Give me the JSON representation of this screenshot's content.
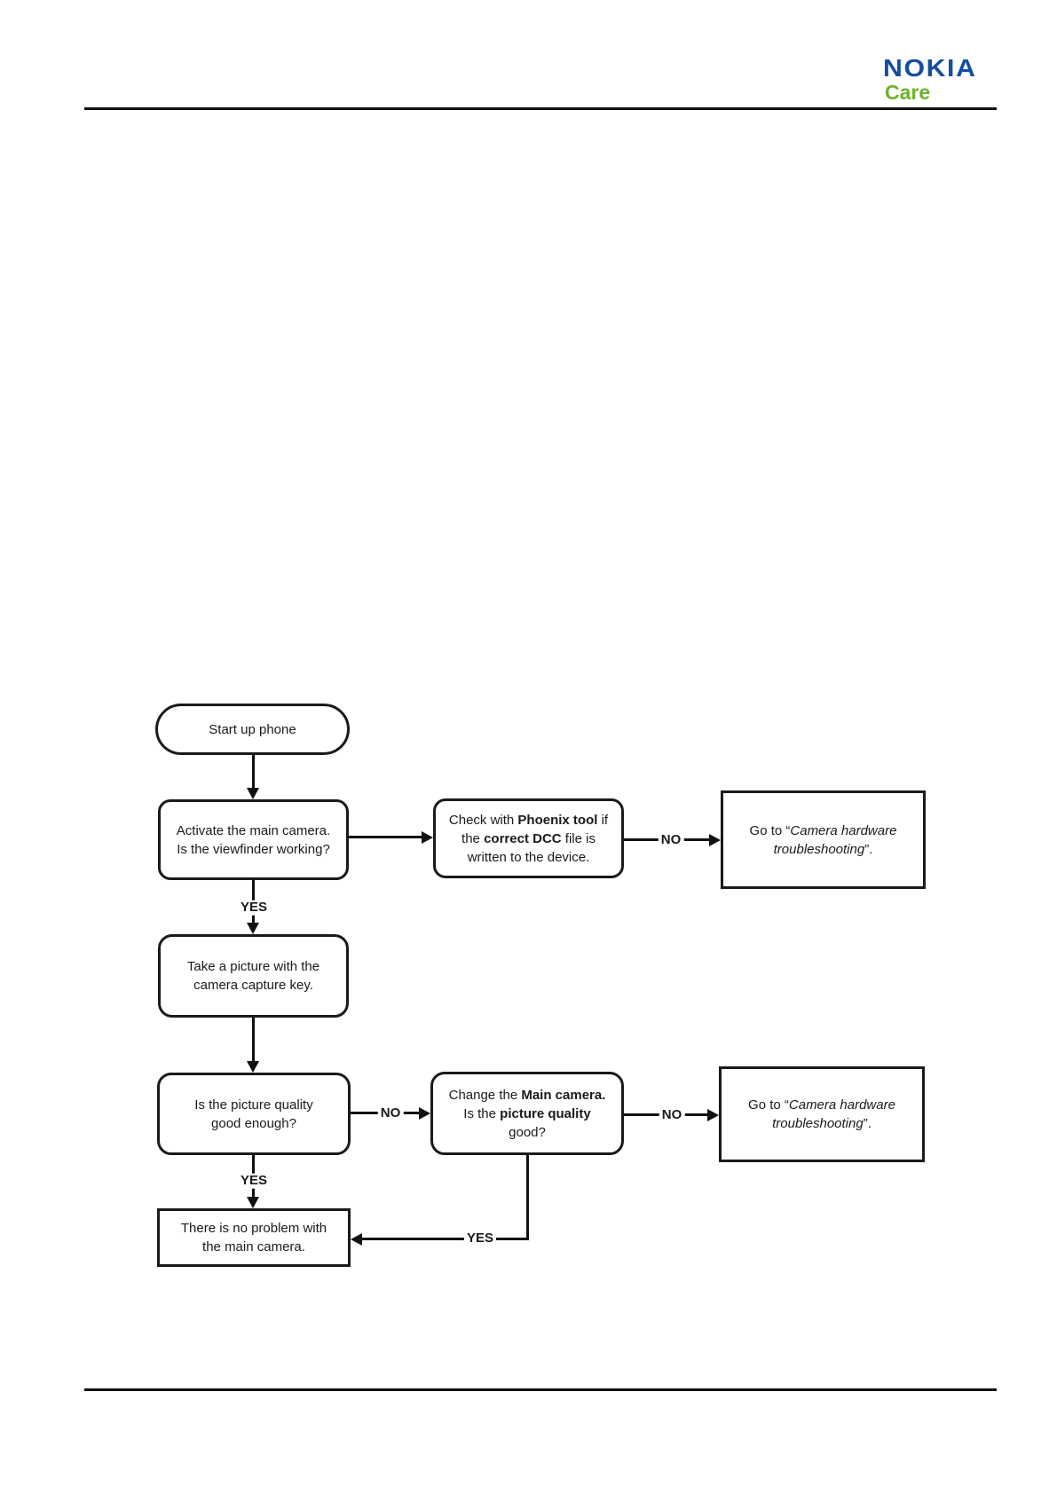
{
  "header": {
    "brand": "NOKIA",
    "brand_sub": "Care",
    "brand_color": "#134ea0",
    "sub_color": "#6db32a"
  },
  "flowchart": {
    "edge_labels": {
      "yes": "YES",
      "no": "NO"
    },
    "nodes": {
      "start": {
        "lines": [
          [
            "Start up phone"
          ]
        ]
      },
      "activate": {
        "lines": [
          [
            "Activate the main camera."
          ],
          [
            "Is the viewfinder working?"
          ]
        ]
      },
      "phoenix": {
        "lines": [
          [
            "Check with ",
            "Phoenix tool",
            " if"
          ],
          [
            "the ",
            "correct DCC",
            " file is"
          ],
          [
            "written to the device."
          ]
        ]
      },
      "goto_top": {
        "lines": [
          [
            "Go to “",
            "Camera hardware"
          ],
          [
            "troubleshooting",
            "”."
          ]
        ]
      },
      "take_picture": {
        "lines": [
          [
            "Take a picture with the"
          ],
          [
            "camera capture key."
          ]
        ]
      },
      "quality": {
        "lines": [
          [
            "Is the picture quality"
          ],
          [
            "good enough?"
          ]
        ]
      },
      "change": {
        "lines": [
          [
            "Change the ",
            "Main camera."
          ],
          [
            "Is the ",
            "picture quality"
          ],
          [
            "good?"
          ]
        ]
      },
      "no_problem": {
        "lines": [
          [
            "There is no problem with"
          ],
          [
            "the main camera."
          ]
        ]
      },
      "goto_bottom": {
        "lines": [
          [
            "Go to “",
            "Camera hardware"
          ],
          [
            "troubleshooting",
            "”."
          ]
        ]
      }
    }
  }
}
